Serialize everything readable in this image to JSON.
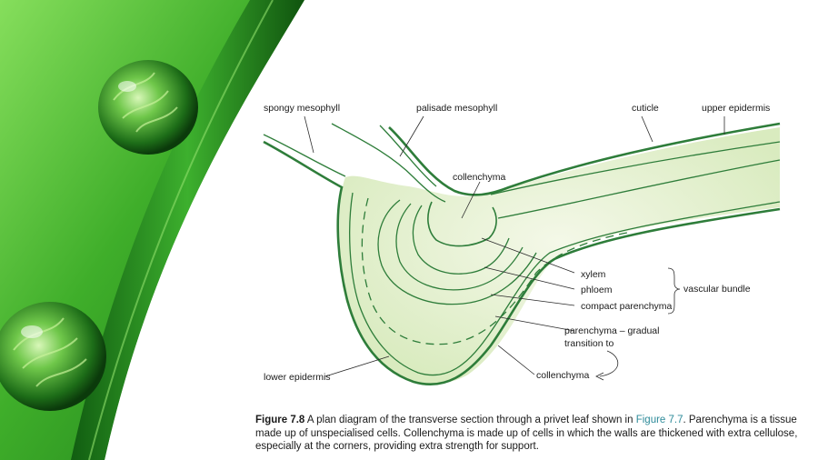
{
  "labels": {
    "spongy_mesophyll": "spongy mesophyll",
    "palisade_mesophyll": "palisade mesophyll",
    "cuticle": "cuticle",
    "upper_epidermis": "upper epidermis",
    "collenchyma_top": "collenchyma",
    "xylem": "xylem",
    "phloem": "phloem",
    "compact_parenchyma": "compact parenchyma",
    "vascular_bundle": "vascular bundle",
    "parenchyma_line1": "parenchyma – gradual",
    "parenchyma_line2": "transition to",
    "lower_epidermis": "lower epidermis",
    "collenchyma_bottom": "collenchyma"
  },
  "caption": {
    "figure_number": "Figure 7.8",
    "text_before_link": " A plan diagram of the transverse section through a privet leaf shown in ",
    "link_text": "Figure 7.7",
    "text_after_link": ". Parenchyma is a tissue made up of unspecialised cells. Collenchyma is made up of cells in which the walls are thickened with extra cellulose, especially at the corners, providing extra strength for support."
  },
  "colors": {
    "background_green_dark": "#1f8a1a",
    "background_green_light": "#7fd85a",
    "diagram_line": "#2e7d3a",
    "diagram_fill": "#e4f0cf",
    "caption_link": "#2e8b9a"
  }
}
